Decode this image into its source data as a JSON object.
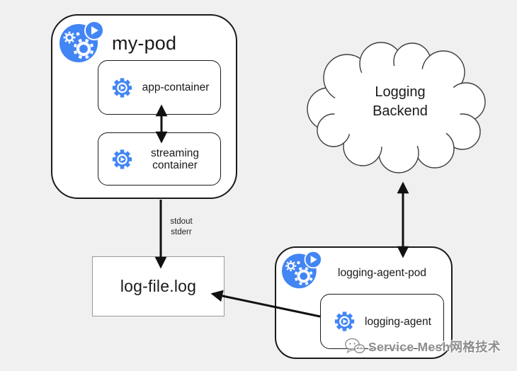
{
  "colors": {
    "background": "#f0f0f0",
    "icon_blue": "#4285F4",
    "box_border": "#1a1a1a",
    "logfile_border": "#9a9a9a",
    "arrow": "#111111",
    "watermark_gray": "#8d8d8d"
  },
  "nodes": {
    "my_pod": {
      "title": "my-pod",
      "containers": [
        {
          "label": "app-container"
        },
        {
          "label": "streaming container"
        }
      ]
    },
    "logging_backend": {
      "label": "Logging Backend"
    },
    "log_file": {
      "label": "log-file.log"
    },
    "logging_agent_pod": {
      "title": "logging-agent-pod",
      "containers": [
        {
          "label": "logging-agent"
        }
      ]
    }
  },
  "edge_labels": {
    "stdout": "stdout",
    "stderr": "stderr"
  },
  "edges": [
    {
      "from": "app-container",
      "to": "streaming container",
      "direction": "both"
    },
    {
      "from": "streaming container",
      "to": "log-file.log",
      "direction": "to",
      "label": "stdout stderr"
    },
    {
      "from": "logging-agent",
      "to": "log-file.log",
      "direction": "to"
    },
    {
      "from": "logging-agent-pod",
      "to": "Logging Backend",
      "direction": "both"
    }
  ],
  "icons": {
    "pod": "pod-icon",
    "container": "gear-play-icon",
    "watermark": "wechat-icon"
  },
  "watermark": {
    "text": "Service Mesh网格技术"
  }
}
